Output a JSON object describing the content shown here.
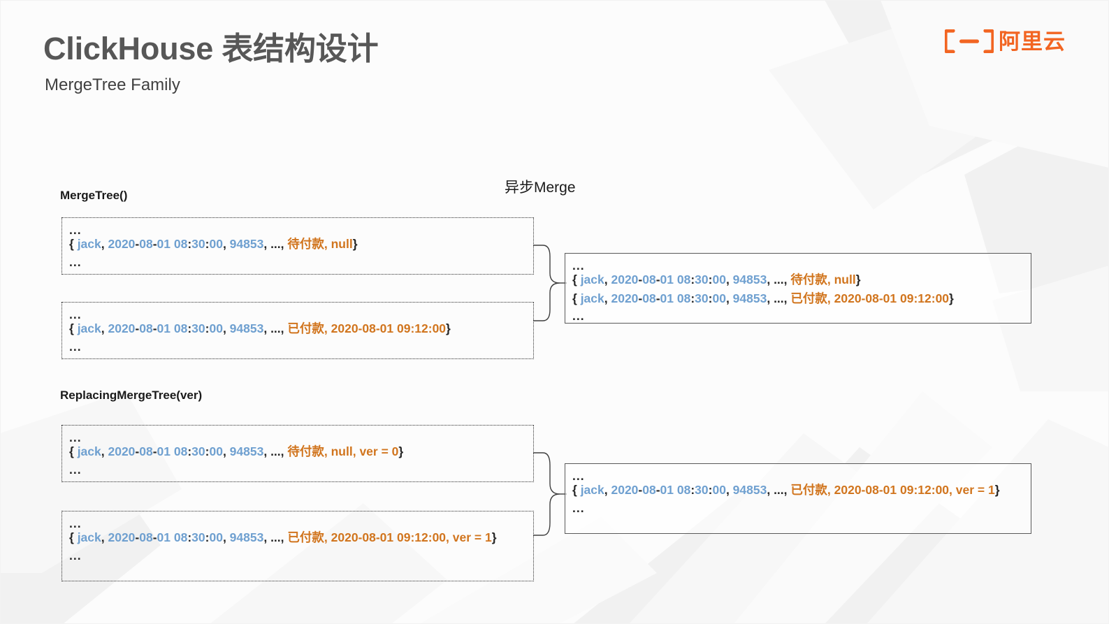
{
  "header": {
    "title": "ClickHouse 表结构设计",
    "subtitle": "MergeTree Family",
    "logo_text": "阿里云",
    "logo_icon": "alibaba-cloud-logo",
    "brand_color": "#F26522"
  },
  "palette": {
    "blue": "#6FA0D0",
    "orange": "#D1751E",
    "dark": "#262626"
  },
  "diagram": {
    "merge_label": "异步Merge",
    "sections": [
      {
        "label": "MergeTree()",
        "inputs": [
          {
            "ellipsis_top": "...",
            "ellipsis_bottom": "...",
            "tokens": [
              {
                "t": "{ ",
                "c": "dark"
              },
              {
                "t": "jack",
                "c": "blue"
              },
              {
                "t": ", ",
                "c": "dark"
              },
              {
                "t": "2020",
                "c": "blue"
              },
              {
                "t": "-",
                "c": "dark"
              },
              {
                "t": "08",
                "c": "blue"
              },
              {
                "t": "-",
                "c": "dark"
              },
              {
                "t": "01 08",
                "c": "blue"
              },
              {
                "t": ":",
                "c": "dark"
              },
              {
                "t": "30",
                "c": "blue"
              },
              {
                "t": ":",
                "c": "dark"
              },
              {
                "t": "00",
                "c": "blue"
              },
              {
                "t": ", ",
                "c": "dark"
              },
              {
                "t": "94853",
                "c": "blue"
              },
              {
                "t": ", ..., ",
                "c": "dark"
              },
              {
                "t": "待付款, null",
                "c": "orange"
              },
              {
                "t": "}",
                "c": "dark"
              }
            ]
          },
          {
            "ellipsis_top": "...",
            "ellipsis_bottom": "...",
            "tokens": [
              {
                "t": "{ ",
                "c": "dark"
              },
              {
                "t": "jack",
                "c": "blue"
              },
              {
                "t": ", ",
                "c": "dark"
              },
              {
                "t": "2020",
                "c": "blue"
              },
              {
                "t": "-",
                "c": "dark"
              },
              {
                "t": "08",
                "c": "blue"
              },
              {
                "t": "-",
                "c": "dark"
              },
              {
                "t": "01 08",
                "c": "blue"
              },
              {
                "t": ":",
                "c": "dark"
              },
              {
                "t": "30",
                "c": "blue"
              },
              {
                "t": ":",
                "c": "dark"
              },
              {
                "t": "00",
                "c": "blue"
              },
              {
                "t": ", ",
                "c": "dark"
              },
              {
                "t": "94853",
                "c": "blue"
              },
              {
                "t": ", ..., ",
                "c": "dark"
              },
              {
                "t": "已付款, 2020-08-01 09:12:00",
                "c": "orange"
              },
              {
                "t": "}",
                "c": "dark"
              }
            ]
          }
        ],
        "output": {
          "ellipsis_top": "...",
          "ellipsis_bottom": "...",
          "rows": [
            [
              {
                "t": "{ ",
                "c": "dark"
              },
              {
                "t": "jack",
                "c": "blue"
              },
              {
                "t": ", ",
                "c": "dark"
              },
              {
                "t": "2020",
                "c": "blue"
              },
              {
                "t": "-",
                "c": "dark"
              },
              {
                "t": "08",
                "c": "blue"
              },
              {
                "t": "-",
                "c": "dark"
              },
              {
                "t": "01 08",
                "c": "blue"
              },
              {
                "t": ":",
                "c": "dark"
              },
              {
                "t": "30",
                "c": "blue"
              },
              {
                "t": ":",
                "c": "dark"
              },
              {
                "t": "00",
                "c": "blue"
              },
              {
                "t": ", ",
                "c": "dark"
              },
              {
                "t": "94853",
                "c": "blue"
              },
              {
                "t": ", ..., ",
                "c": "dark"
              },
              {
                "t": "待付款, null",
                "c": "orange"
              },
              {
                "t": "}",
                "c": "dark"
              }
            ],
            [
              {
                "t": "{ ",
                "c": "dark"
              },
              {
                "t": "jack",
                "c": "blue"
              },
              {
                "t": ", ",
                "c": "dark"
              },
              {
                "t": "2020",
                "c": "blue"
              },
              {
                "t": "-",
                "c": "dark"
              },
              {
                "t": "08",
                "c": "blue"
              },
              {
                "t": "-",
                "c": "dark"
              },
              {
                "t": "01 08",
                "c": "blue"
              },
              {
                "t": ":",
                "c": "dark"
              },
              {
                "t": "30",
                "c": "blue"
              },
              {
                "t": ":",
                "c": "dark"
              },
              {
                "t": "00",
                "c": "blue"
              },
              {
                "t": ", ",
                "c": "dark"
              },
              {
                "t": "94853",
                "c": "blue"
              },
              {
                "t": ", ..., ",
                "c": "dark"
              },
              {
                "t": "已付款, 2020-08-01 09:12:00",
                "c": "orange"
              },
              {
                "t": "}",
                "c": "dark"
              }
            ]
          ]
        }
      },
      {
        "label": "ReplacingMergeTree(ver)",
        "inputs": [
          {
            "ellipsis_top": "...",
            "ellipsis_bottom": "...",
            "tokens": [
              {
                "t": "{ ",
                "c": "dark"
              },
              {
                "t": "jack",
                "c": "blue"
              },
              {
                "t": ", ",
                "c": "dark"
              },
              {
                "t": "2020",
                "c": "blue"
              },
              {
                "t": "-",
                "c": "dark"
              },
              {
                "t": "08",
                "c": "blue"
              },
              {
                "t": "-",
                "c": "dark"
              },
              {
                "t": "01 08",
                "c": "blue"
              },
              {
                "t": ":",
                "c": "dark"
              },
              {
                "t": "30",
                "c": "blue"
              },
              {
                "t": ":",
                "c": "dark"
              },
              {
                "t": "00",
                "c": "blue"
              },
              {
                "t": ", ",
                "c": "dark"
              },
              {
                "t": "94853",
                "c": "blue"
              },
              {
                "t": ", ..., ",
                "c": "dark"
              },
              {
                "t": "待付款, null, ver = 0",
                "c": "orange"
              },
              {
                "t": "}",
                "c": "dark"
              }
            ]
          },
          {
            "ellipsis_top": "...",
            "ellipsis_bottom": "...",
            "tokens": [
              {
                "t": "{ ",
                "c": "dark"
              },
              {
                "t": "jack",
                "c": "blue"
              },
              {
                "t": ", ",
                "c": "dark"
              },
              {
                "t": "2020",
                "c": "blue"
              },
              {
                "t": "-",
                "c": "dark"
              },
              {
                "t": "08",
                "c": "blue"
              },
              {
                "t": "-",
                "c": "dark"
              },
              {
                "t": "01 08",
                "c": "blue"
              },
              {
                "t": ":",
                "c": "dark"
              },
              {
                "t": "30",
                "c": "blue"
              },
              {
                "t": ":",
                "c": "dark"
              },
              {
                "t": "00",
                "c": "blue"
              },
              {
                "t": ", ",
                "c": "dark"
              },
              {
                "t": "94853",
                "c": "blue"
              },
              {
                "t": ", ..., ",
                "c": "dark"
              },
              {
                "t": "已付款, 2020-08-01 09:12:00, ver = 1",
                "c": "orange"
              },
              {
                "t": "}",
                "c": "dark"
              }
            ]
          }
        ],
        "output": {
          "ellipsis_top": "...",
          "ellipsis_bottom": "...",
          "rows": [
            [
              {
                "t": "{ ",
                "c": "dark"
              },
              {
                "t": "jack",
                "c": "blue"
              },
              {
                "t": ", ",
                "c": "dark"
              },
              {
                "t": "2020",
                "c": "blue"
              },
              {
                "t": "-",
                "c": "dark"
              },
              {
                "t": "08",
                "c": "blue"
              },
              {
                "t": "-",
                "c": "dark"
              },
              {
                "t": "01 08",
                "c": "blue"
              },
              {
                "t": ":",
                "c": "dark"
              },
              {
                "t": "30",
                "c": "blue"
              },
              {
                "t": ":",
                "c": "dark"
              },
              {
                "t": "00",
                "c": "blue"
              },
              {
                "t": ", ",
                "c": "dark"
              },
              {
                "t": "94853",
                "c": "blue"
              },
              {
                "t": ", ..., ",
                "c": "dark"
              },
              {
                "t": "已付款, 2020-08-01 09:12:00, ver = 1",
                "c": "orange"
              },
              {
                "t": "}",
                "c": "dark"
              }
            ]
          ]
        }
      }
    ]
  }
}
